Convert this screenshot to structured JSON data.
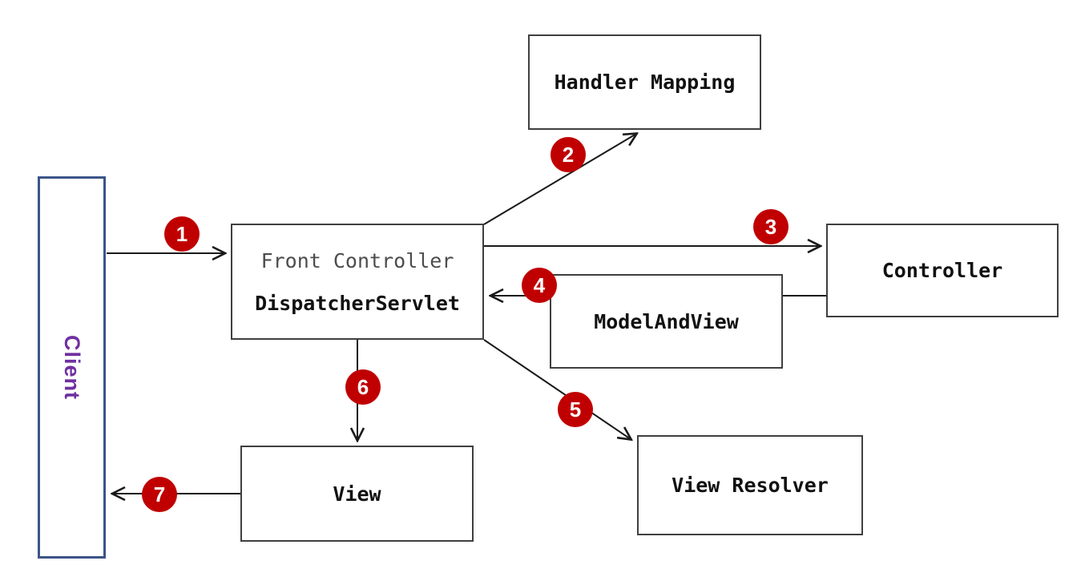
{
  "diagram": {
    "nodes": {
      "client": {
        "label": "Client"
      },
      "front_controller": {
        "line1": "Front Controller",
        "line2": "DispatcherServlet"
      },
      "handler_mapping": {
        "label": "Handler Mapping"
      },
      "controller": {
        "label": "Controller"
      },
      "model_and_view": {
        "label": "ModelAndView"
      },
      "view_resolver": {
        "label": "View Resolver"
      },
      "view": {
        "label": "View"
      }
    },
    "steps": [
      {
        "number": "1",
        "from": "Client",
        "to": "DispatcherServlet"
      },
      {
        "number": "2",
        "from": "DispatcherServlet",
        "to": "Handler Mapping"
      },
      {
        "number": "3",
        "from": "DispatcherServlet",
        "to": "Controller"
      },
      {
        "number": "4",
        "from": "Controller / ModelAndView",
        "to": "DispatcherServlet"
      },
      {
        "number": "5",
        "from": "DispatcherServlet",
        "to": "View Resolver"
      },
      {
        "number": "6",
        "from": "DispatcherServlet",
        "to": "View"
      },
      {
        "number": "7",
        "from": "View",
        "to": "Client"
      }
    ],
    "colors": {
      "badge_fill": "#c00000",
      "badge_text": "#ffffff",
      "box_border": "#3f3f3f",
      "client_border": "#3c5488",
      "client_text": "#7030a0",
      "front_controller_subtext": "#4d4d4d",
      "arrow": "#1a1a1a",
      "background": "#ffffff"
    }
  }
}
